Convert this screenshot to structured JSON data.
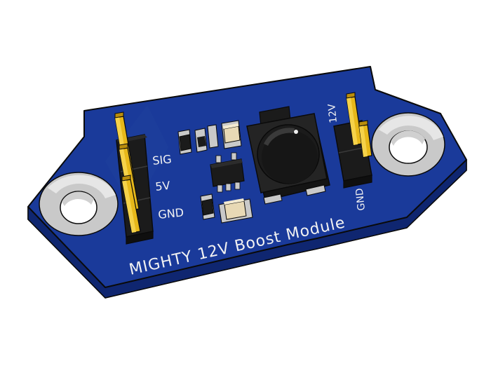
{
  "board": {
    "title": "MIGHTY 12V Boost Module",
    "pin_labels_left": [
      "SIG",
      "5V",
      "GND"
    ],
    "pin_labels_right": [
      "12V",
      "GND"
    ],
    "colors": {
      "pcb_top": "#1a3a9a",
      "pcb_edge": "#0d2166",
      "outline": "#0a0a0a",
      "silkscreen": "#f2f2f2",
      "header_plastic": "#1b1b1b",
      "pin_gold": "#e7b81a",
      "pad_metal": "#c9c9c9",
      "capacitor": "#e8d9b5"
    }
  }
}
